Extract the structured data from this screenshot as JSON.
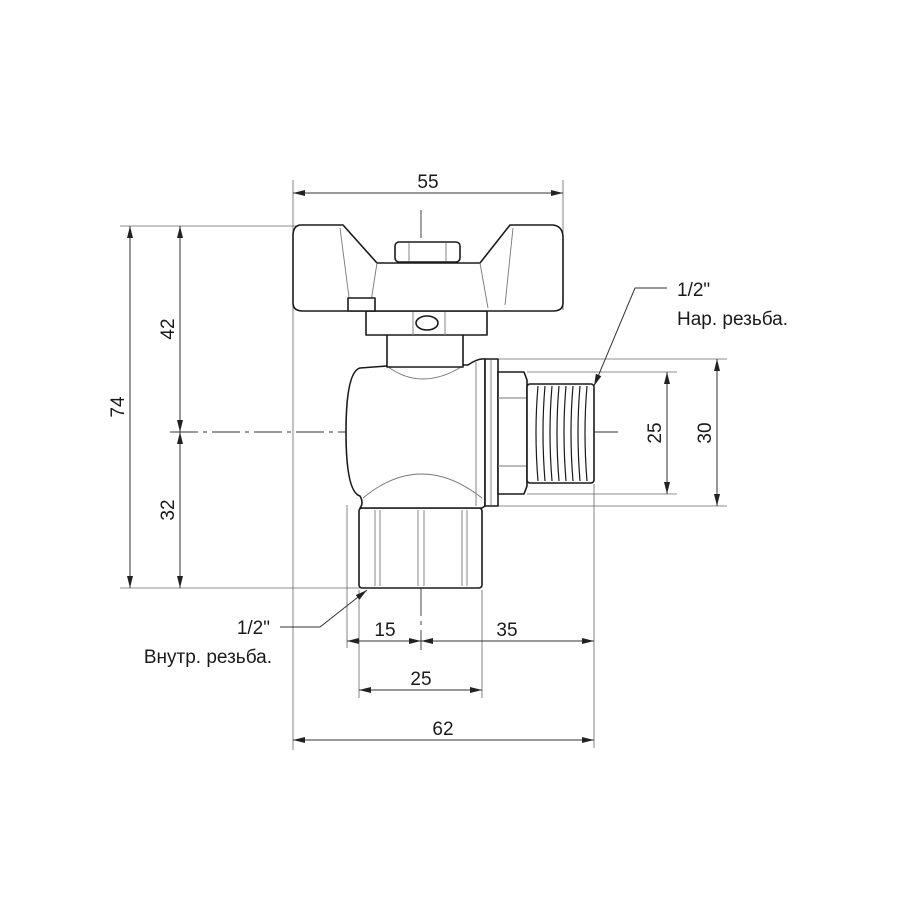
{
  "dimensions": {
    "overall_width_top": "55",
    "overall_height": "74",
    "upper_height": "42",
    "lower_height": "32",
    "thread_diameter": "25",
    "flange_diameter": "30",
    "bottom_left_offset": "15",
    "bottom_right_offset": "35",
    "bottom_nut_width": "25",
    "overall_length": "62"
  },
  "callouts": {
    "male_thread": {
      "size": "1/2\"",
      "label": "Нар. резьба."
    },
    "female_thread": {
      "size": "1/2\"",
      "label": "Внутр. резьба."
    }
  }
}
